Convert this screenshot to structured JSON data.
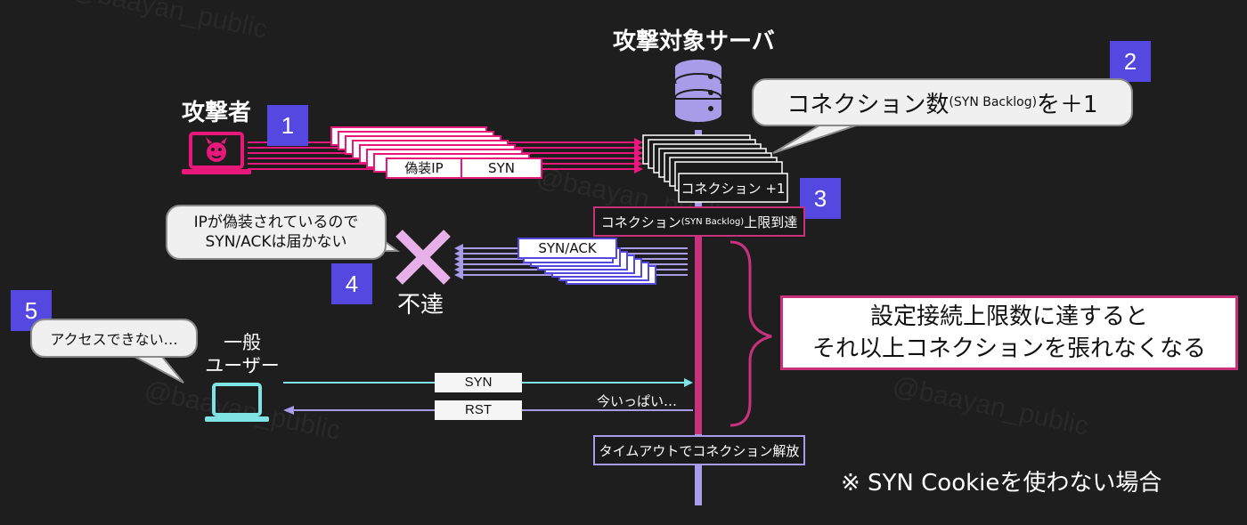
{
  "watermark": "@baayan_public",
  "server": {
    "title": "攻撃対象サーバ"
  },
  "attacker": {
    "label": "攻撃者"
  },
  "normal_user": {
    "label_line1": "一般",
    "label_line2": "ユーザー"
  },
  "steps": [
    {
      "num": "1"
    },
    {
      "num": "2"
    },
    {
      "num": "3"
    },
    {
      "num": "4"
    },
    {
      "num": "5"
    }
  ],
  "attack_packet": {
    "field1": "偽装IP",
    "field2": "SYN"
  },
  "connection_stack": {
    "label": "コネクション +1"
  },
  "bubble_connections": {
    "main": "コネクション数",
    "sub": "(SYN Backlog)",
    "tail": "を＋1"
  },
  "limit_box": {
    "main": "コネクション",
    "sub": "(SYN Backlog)",
    "tail": "上限到達"
  },
  "bubble_spoofed": {
    "line1": "IPが偽装されているので",
    "line2": "SYN/ACKは届かない"
  },
  "synack_packet": {
    "label": "SYN/ACK"
  },
  "undelivered": {
    "label": "不達"
  },
  "limit_callout": {
    "line1": "設定接続上限数に達すると",
    "line2": "それ以上コネクションを張れなくなる"
  },
  "bubble_user": {
    "text": "アクセスできない…"
  },
  "user_syn": {
    "label": "SYN"
  },
  "user_rst": {
    "label": "RST"
  },
  "server_full": {
    "text": "今いっぱい…"
  },
  "timeout_box": {
    "text": "タイムアウトでコネクション解放"
  },
  "note": {
    "text": "※ SYN Cookieを使わない場合"
  },
  "colors": {
    "attacker": "#e8187a",
    "accent_blue": "#5448e0",
    "timeline_purple": "#a89ce8",
    "timeline_pink": "#c8327d",
    "user": "#7fe3e3",
    "undelivered_x": "#e8b0e8"
  }
}
